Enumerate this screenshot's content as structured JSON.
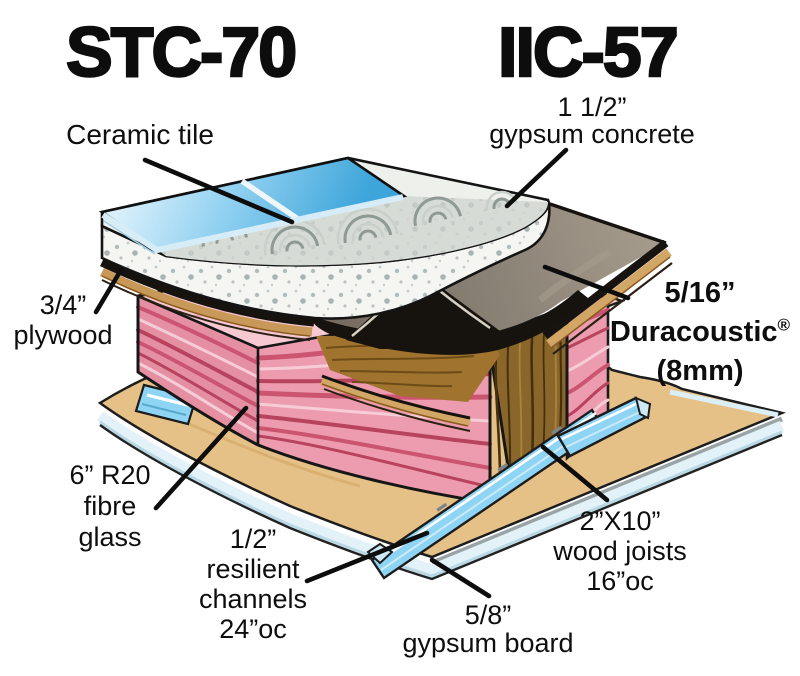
{
  "ratings": {
    "stc_label": "STC-70",
    "iic_label": "IIC-57"
  },
  "callouts": {
    "ceramic_tile": {
      "line1": "Ceramic tile"
    },
    "gypsum_concrete": {
      "line1": "1 1/2”",
      "line2": "gypsum concrete"
    },
    "plywood": {
      "line1": "3/4”",
      "line2": "plywood"
    },
    "duracoustic": {
      "line1": "5/16”",
      "line2": "Duracoustic",
      "reg": "®",
      "line3": "(8mm)"
    },
    "fibre_glass": {
      "line1": "6” R20",
      "line2": "fibre",
      "line3": "glass"
    },
    "resilient_channels": {
      "line1": "1/2”",
      "line2": "resilient",
      "line3": "channels",
      "line4": "24”oc"
    },
    "wood_joists": {
      "line1": "2”X10”",
      "line2": "wood joists",
      "line3": "16”oc"
    },
    "gypsum_board": {
      "line1": "5/8”",
      "line2": "gypsum board"
    }
  },
  "colors": {
    "ceramic_tile_blue": "#55b5e6",
    "gypsum_concrete_white": "#f5f6f2",
    "duracoustic_taupe": "#8d8478",
    "membrane_black": "#16120e",
    "plywood_tan": "#d2a766",
    "insulation_pink": "#ec9cae",
    "wood_brown": "#8a662a",
    "channel_blue": "#8ed4f4",
    "board_tan": "#e6c187",
    "text_black": "#0e0e0e"
  }
}
